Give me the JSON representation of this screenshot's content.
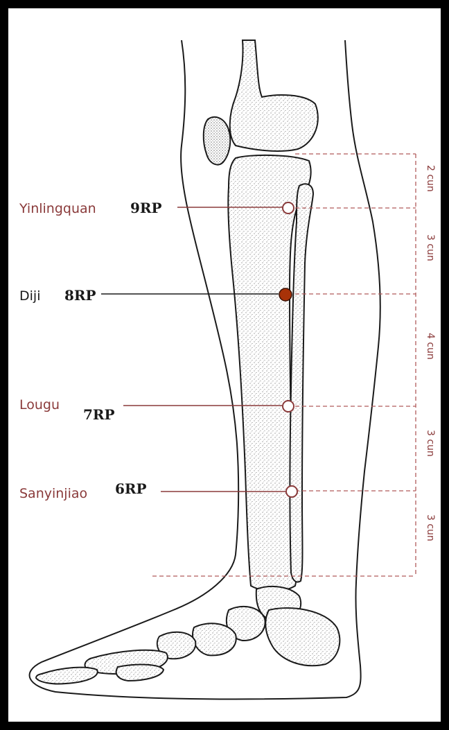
{
  "colors": {
    "accent": "#8a3a3a",
    "dashed": "#b05a5a",
    "active_point": "#a83208",
    "bone_outline": "#1a1a1a",
    "background": "#ffffff",
    "frame": "#000000"
  },
  "points": [
    {
      "name": "Yinlingquan",
      "code": "9RP",
      "active": false
    },
    {
      "name": "Diji",
      "code": "8RP",
      "active": true
    },
    {
      "name": "Lougu",
      "code": "7RP",
      "active": false
    },
    {
      "name": "Sanyinjiao",
      "code": "6RP",
      "active": false
    }
  ],
  "measurements": [
    {
      "label": "2 cun"
    },
    {
      "label": "3 cun"
    },
    {
      "label": "4 cun"
    },
    {
      "label": "3 cun"
    },
    {
      "label": "3 cun"
    }
  ]
}
